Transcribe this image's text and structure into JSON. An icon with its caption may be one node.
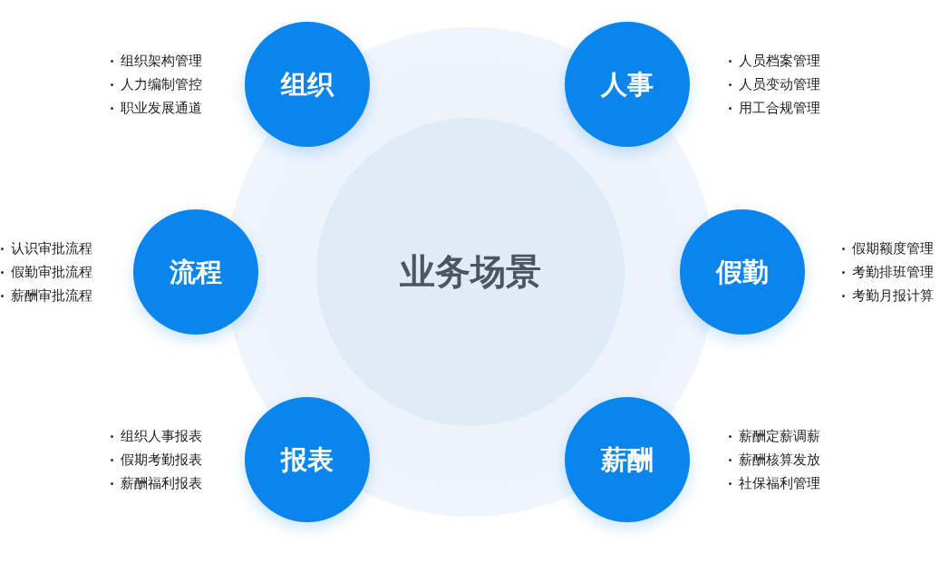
{
  "diagram": {
    "nodes": [
      {
        "text": [
          "组织"
        ],
        "beside": [
          "组织架构管理",
          "人力编制管控",
          "职业发展通道"
        ]
      },
      {
        "text": [
          "人事"
        ],
        "beside": [
          "人员档案管理",
          "人员变动管理",
          "用工合规管理"
        ]
      },
      {
        "text": [
          "流程"
        ],
        "beside": [
          "认识审批流程",
          "假勤审批流程",
          "薪酬审批流程"
        ]
      },
      {
        "text": [
          "业务场景"
        ]
      },
      {
        "text": [
          "假勤"
        ],
        "beside": [
          "假期额度管理",
          "考勤排班管理",
          "考勤月报计算"
        ]
      },
      {
        "text": [
          "报表"
        ],
        "beside": [
          "组织人事报表",
          "假期考勤报表",
          "薪酬福利报表"
        ]
      },
      {
        "text": [
          "薪酬"
        ],
        "beside": [
          "薪酬定薪调薪",
          "薪酬核算发放",
          "社保福利管理"
        ]
      }
    ]
  }
}
